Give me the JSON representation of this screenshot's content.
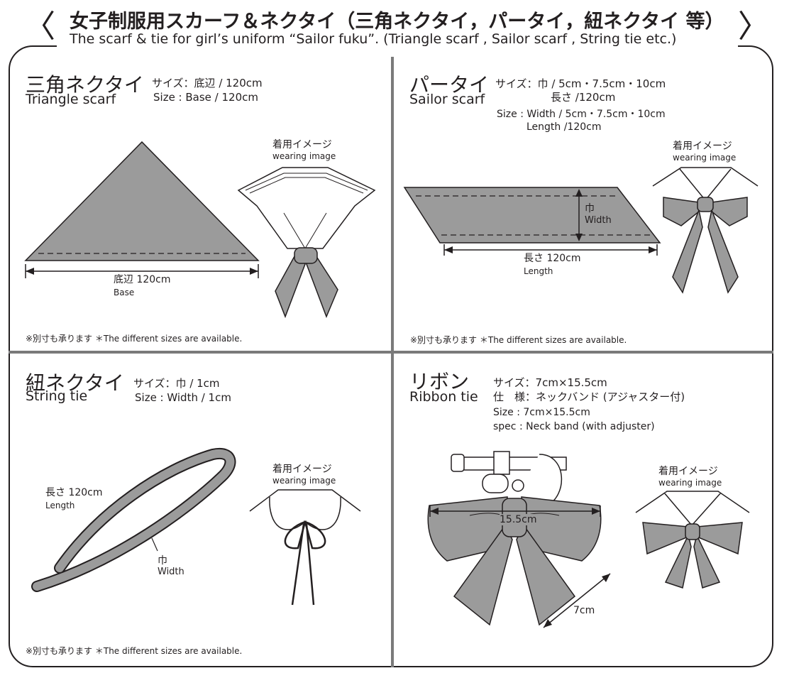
{
  "header": {
    "title_jp": "女子制服用スカーフ＆ネクタイ（三角ネクタイ，パータイ，紐ネクタイ 等）",
    "title_en": "The scarf & tie for girl’s uniform “Sailor fuku”. (Triangle scarf , Sailor scarf , String tie etc.)"
  },
  "triangle": {
    "name_jp": "三角ネクタイ",
    "name_en": "Triangle scarf",
    "size_jp": "サイズ：底辺 / 120cm",
    "size_en": "Size : Base / 120cm",
    "dim_jp": "底辺 120cm",
    "dim_en": "Base",
    "wear_jp": "着用イメージ",
    "wear_en": "wearing image",
    "note": "※別寸も承ります ＊The different sizes are available."
  },
  "sailor": {
    "name_jp": "パータイ",
    "name_en": "Sailor scarf",
    "size_jp_1": "サイズ：巾 / 5cm・7.5cm・10cm",
    "size_jp_2": "長さ /120cm",
    "size_en_1": "Size : Width / 5cm・7.5cm・10cm",
    "size_en_2": "Length /120cm",
    "width_jp": "巾",
    "width_en": "Width",
    "length_jp": "長さ 120cm",
    "length_en": "Length",
    "wear_jp": "着用イメージ",
    "wear_en": "wearing image",
    "note": "※別寸も承ります ＊The different sizes are available."
  },
  "string": {
    "name_jp": "紐ネクタイ",
    "name_en": "String tie",
    "size_jp": "サイズ：巾 / 1cm",
    "size_en": "Size : Width / 1cm",
    "length_jp": "長さ 120cm",
    "length_en": "Length",
    "width_jp": "巾",
    "width_en": "Width",
    "wear_jp": "着用イメージ",
    "wear_en": "wearing image",
    "note": "※別寸も承ります ＊The different sizes are available."
  },
  "ribbon": {
    "name_jp": "リボン",
    "name_en": "Ribbon tie",
    "size_jp": "サイズ：7cm×15.5cm",
    "spec_jp": "仕　様：ネックバンド (アジャスター付)",
    "size_en": "Size : 7cm×15.5cm",
    "spec_en": "spec : Neck band (with adjuster)",
    "dim_width": "15.5cm",
    "dim_tail": "7cm",
    "wear_jp": "着用イメージ",
    "wear_en": "wearing image"
  },
  "colors": {
    "ink": "#231f20",
    "fabric": "#9b9b9b",
    "divider": "#7a7a7a"
  }
}
